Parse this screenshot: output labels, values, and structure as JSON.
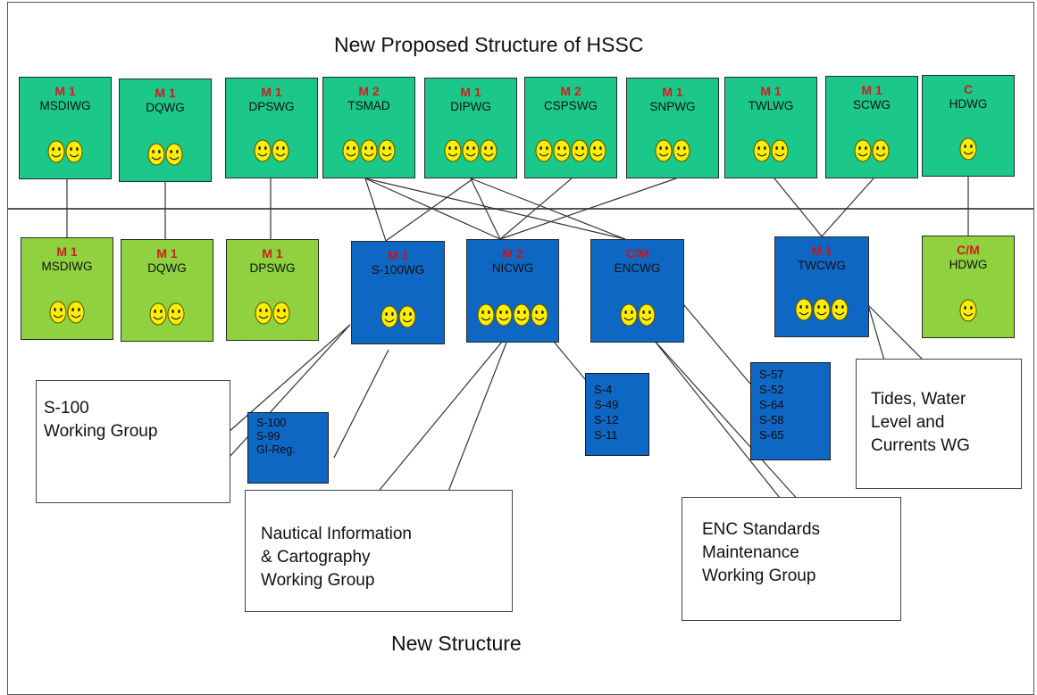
{
  "top_title": "New Proposed Structure of HSSC",
  "bottom_title": "New Structure",
  "top_groups": [
    {
      "code": "M 1",
      "name": "MSDIWG",
      "members": 2
    },
    {
      "code": "M 1",
      "name": "DQWG",
      "members": 2
    },
    {
      "code": "M 1",
      "name": "DPSWG",
      "members": 2
    },
    {
      "code": "M 2",
      "name": "TSMAD",
      "members": 3
    },
    {
      "code": "M 1",
      "name": "DIPWG",
      "members": 3
    },
    {
      "code": "M 2",
      "name": "CSPSWG",
      "members": 4
    },
    {
      "code": "M 1",
      "name": "SNPWG",
      "members": 2
    },
    {
      "code": "M 1",
      "name": "TWLWG",
      "members": 2
    },
    {
      "code": "M 1",
      "name": "SCWG",
      "members": 2
    },
    {
      "code": "C",
      "name": "HDWG",
      "members": 1
    }
  ],
  "bottom_groups": [
    {
      "code": "M 1",
      "name": "MSDIWG",
      "members": 2,
      "style": "green"
    },
    {
      "code": "M 1",
      "name": "DQWG",
      "members": 2,
      "style": "green"
    },
    {
      "code": "M 1",
      "name": "DPSWG",
      "members": 2,
      "style": "green"
    },
    {
      "code": "M 1",
      "name": "S-100WG",
      "members": 2,
      "style": "blue"
    },
    {
      "code": "M 2",
      "name": "NICWG",
      "members": 4,
      "style": "blue"
    },
    {
      "code": "C/M",
      "name": "ENCWG",
      "members": 2,
      "style": "blue"
    },
    {
      "code": "M 1",
      "name": "TWCWG",
      "members": 3,
      "style": "blue"
    },
    {
      "code": "C/M",
      "name": "HDWG",
      "members": 1,
      "style": "green"
    }
  ],
  "standards_lists": [
    [
      "S-100",
      "S-99",
      "GI-Reg."
    ],
    [
      "S-4",
      "S-49",
      "S-12",
      "S-11"
    ],
    [
      "S-57",
      "S-52",
      "S-64",
      "S-58",
      "S-65"
    ]
  ],
  "callouts": [
    [
      "S-100",
      "Working Group"
    ],
    [
      "Nautical Information",
      "& Cartography",
      "Working Group"
    ],
    [
      "ENC Standards",
      "Maintenance",
      "Working Group"
    ],
    [
      "Tides, Water",
      "Level and",
      "Currents WG"
    ]
  ],
  "colors": {
    "top_box": "#1bc88a",
    "bottom_green_box": "#8fd13f",
    "bottom_blue_box": "#0f67c4",
    "code_text": "#cc1f1f",
    "smiley_fill": "#ffee00"
  }
}
